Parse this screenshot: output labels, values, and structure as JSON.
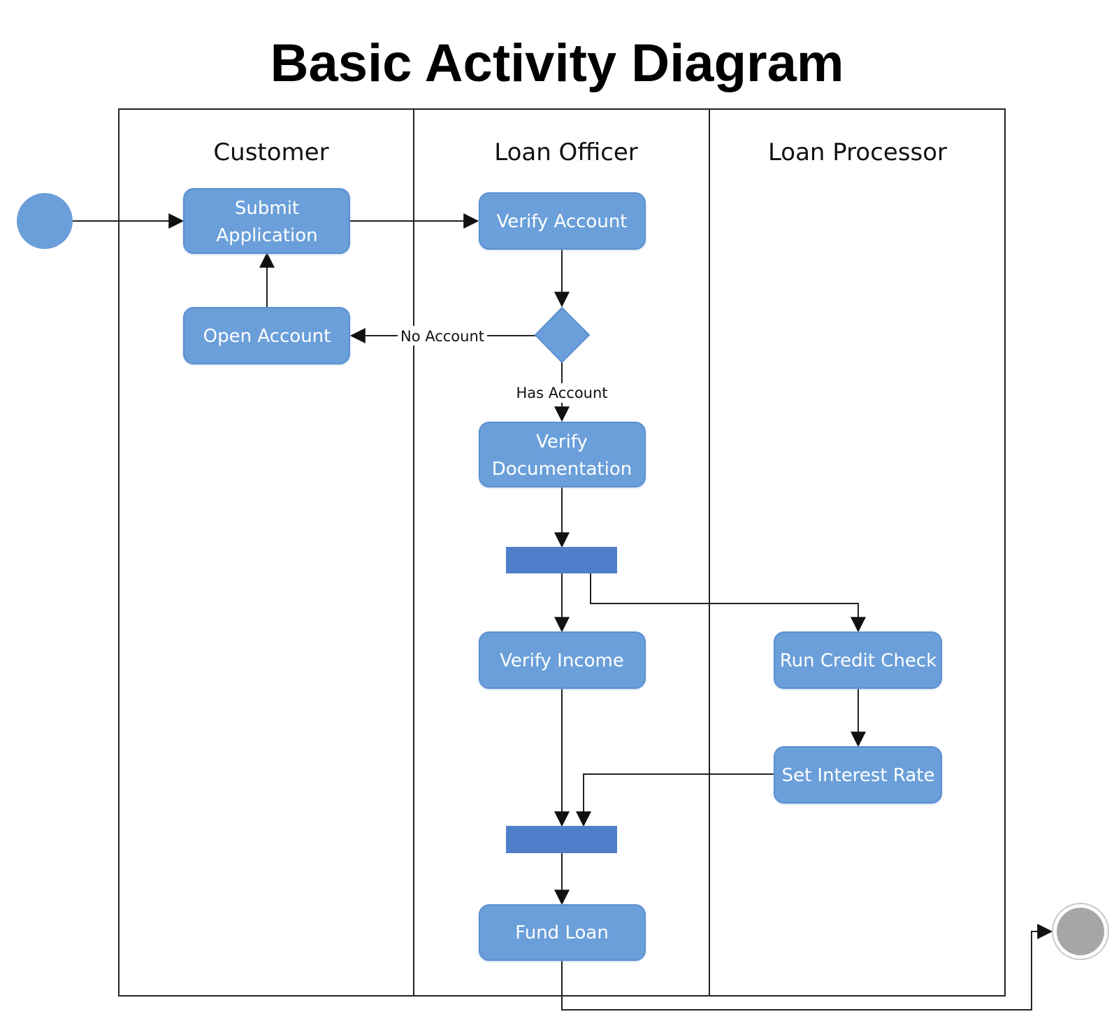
{
  "title": "Basic Activity Diagram",
  "colors": {
    "activity_fill": "#6a9fda",
    "activity_stroke": "#5b8fd0",
    "bar_fill": "#4f7fcb",
    "start_fill": "#6a9fda",
    "end_fill": "#a6a6a6",
    "line": "#222222"
  },
  "lanes": [
    {
      "id": "customer",
      "label": "Customer"
    },
    {
      "id": "officer",
      "label": "Loan Officer"
    },
    {
      "id": "processor",
      "label": "Loan Processor"
    }
  ],
  "nodes": {
    "start": {
      "kind": "initial"
    },
    "submit": {
      "kind": "activity",
      "lines": [
        "Submit",
        "Application"
      ]
    },
    "verify_account": {
      "kind": "activity",
      "lines": [
        "Verify Account"
      ]
    },
    "open_account": {
      "kind": "activity",
      "lines": [
        "Open Account"
      ]
    },
    "decision": {
      "kind": "decision"
    },
    "verify_doc": {
      "kind": "activity",
      "lines": [
        "Verify",
        "Documentation"
      ]
    },
    "fork": {
      "kind": "fork"
    },
    "verify_income": {
      "kind": "activity",
      "lines": [
        "Verify Income"
      ]
    },
    "credit_check": {
      "kind": "activity",
      "lines": [
        "Run Credit Check"
      ]
    },
    "interest_rate": {
      "kind": "activity",
      "lines": [
        "Set Interest Rate"
      ]
    },
    "join": {
      "kind": "join"
    },
    "fund_loan": {
      "kind": "activity",
      "lines": [
        "Fund Loan"
      ]
    },
    "end": {
      "kind": "final"
    }
  },
  "edges": [
    {
      "from": "start",
      "to": "submit",
      "label": ""
    },
    {
      "from": "submit",
      "to": "verify_account",
      "label": ""
    },
    {
      "from": "verify_account",
      "to": "decision",
      "label": ""
    },
    {
      "from": "decision",
      "to": "open_account",
      "label": "No Account"
    },
    {
      "from": "open_account",
      "to": "submit",
      "label": ""
    },
    {
      "from": "decision",
      "to": "verify_doc",
      "label": "Has Account"
    },
    {
      "from": "verify_doc",
      "to": "fork",
      "label": ""
    },
    {
      "from": "fork",
      "to": "verify_income",
      "label": ""
    },
    {
      "from": "fork",
      "to": "credit_check",
      "label": ""
    },
    {
      "from": "credit_check",
      "to": "interest_rate",
      "label": ""
    },
    {
      "from": "verify_income",
      "to": "join",
      "label": ""
    },
    {
      "from": "interest_rate",
      "to": "join",
      "label": ""
    },
    {
      "from": "join",
      "to": "fund_loan",
      "label": ""
    },
    {
      "from": "fund_loan",
      "to": "end",
      "label": ""
    }
  ]
}
